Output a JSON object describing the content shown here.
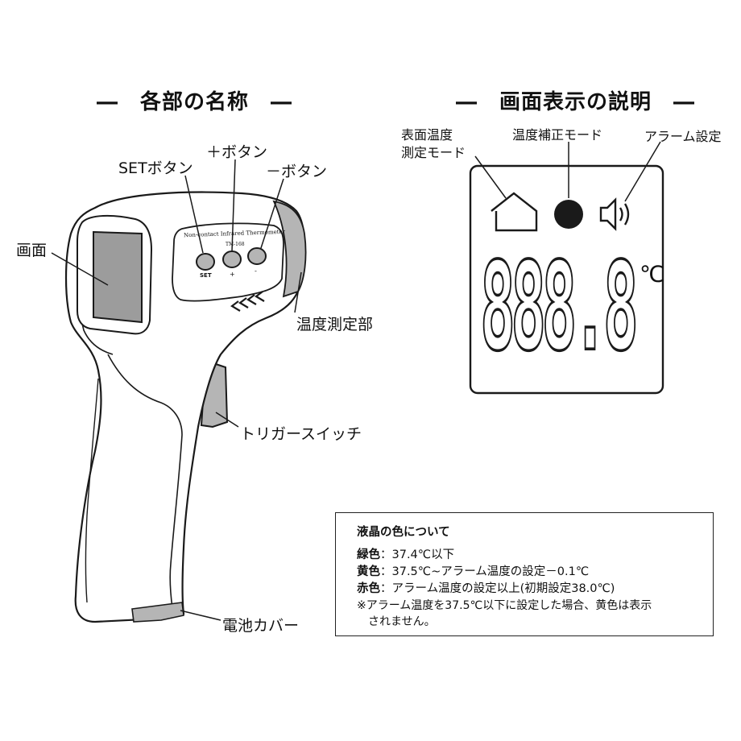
{
  "left_section": {
    "title": "各部の名称",
    "labels": {
      "set_button": "SETボタン",
      "plus_button": "＋ボタン",
      "minus_button": "－ボタン",
      "screen": "画面",
      "sensor": "温度測定部",
      "trigger": "トリガースイッチ",
      "battery_cover": "電池カバー"
    },
    "device": {
      "panel_text": "Non-contact Infrared Thermometer",
      "model": "TM-168",
      "btn_set": "SET",
      "btn_plus": "+",
      "btn_minus": "-"
    }
  },
  "right_section": {
    "title": "画面表示の説明",
    "labels": {
      "surface_mode_line1": "表面温度",
      "surface_mode_line2": "測定モード",
      "correction_mode": "温度補正モード",
      "alarm_setting": "アラーム設定"
    },
    "lcd": {
      "digits": "888.8",
      "unit": "℃"
    },
    "icons": [
      "house-icon",
      "filled-circle-icon",
      "speaker-icon"
    ]
  },
  "notes": {
    "title": "液晶の色について",
    "lines": [
      {
        "key": "緑色",
        "text": "：37.4℃以下"
      },
      {
        "key": "黄色",
        "text": "：37.5℃~アラーム温度の設定－0.1℃"
      },
      {
        "key": "赤色",
        "text": "：アラーム温度の設定以上(初期設定38.0℃)"
      }
    ],
    "footnote_line1": "※アラーム温度を37.5℃以下に設定した場合、黄色は表示",
    "footnote_line2": "されません。"
  },
  "colors": {
    "line": "#1a1a1a",
    "gray_fill": "#b5b5b5",
    "screen_fill": "#9c9c9c"
  }
}
